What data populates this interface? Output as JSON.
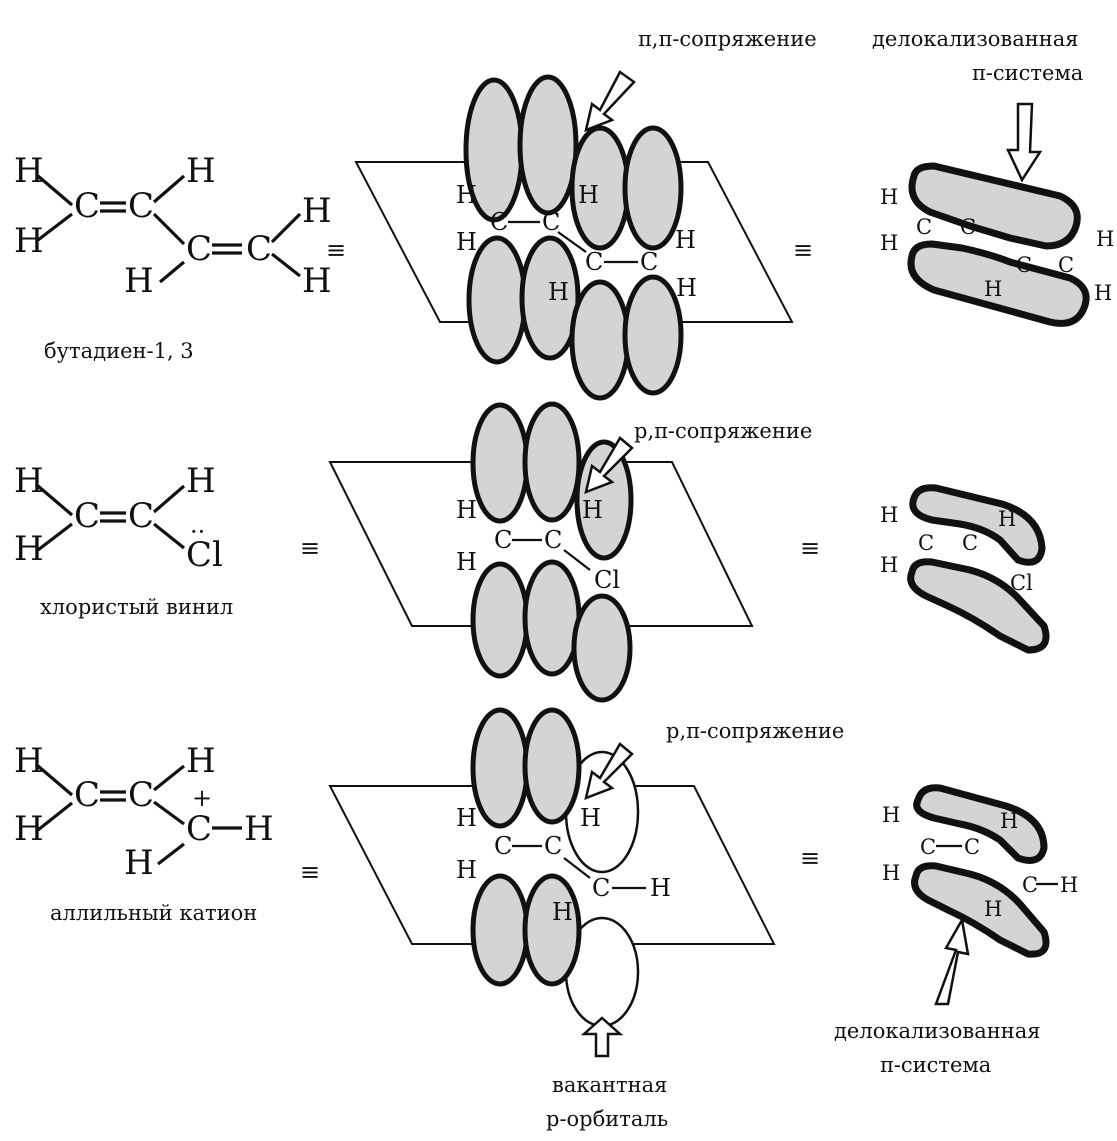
{
  "rows": [
    {
      "caption": "бутадиен-1, 3",
      "equiv_1": "≡",
      "equiv_2": "≡",
      "callout_conjugation": "π,π-сопряжение",
      "callout_system_line1": "делокализованная",
      "callout_system_line2": "π-система"
    },
    {
      "caption": "хлористый винил",
      "equiv_1": "≡",
      "equiv_2": "≡",
      "callout_conjugation": "p,π-сопряжение"
    },
    {
      "caption": "аллильный катион",
      "equiv_1": "≡",
      "equiv_2": "≡",
      "callout_conjugation": "p,π-сопряжение",
      "callout_orbital_line1": "вакантная",
      "callout_orbital_line2": "p-орбиталь",
      "callout_system_line1": "делокализованная",
      "callout_system_line2": "π-система"
    }
  ],
  "atoms": {
    "hydrogen": "H",
    "carbon": "C",
    "chlorine": "Cl",
    "cation_charge": "+",
    "lone_pair": "··"
  }
}
